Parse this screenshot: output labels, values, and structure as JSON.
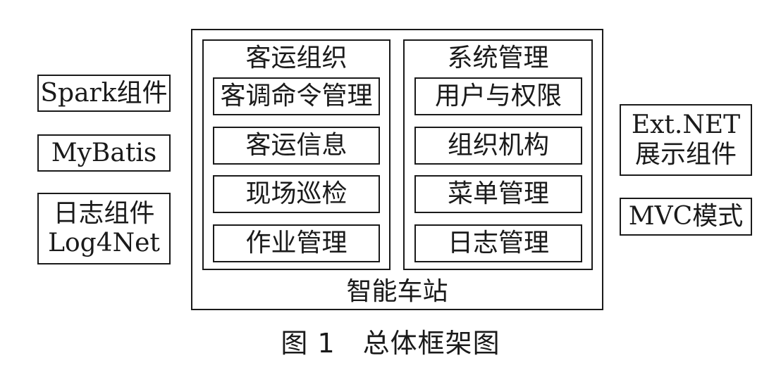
{
  "left_components": [
    "Spark组件",
    "MyBatis",
    "日志组件",
    "Log4Net"
  ],
  "right_components": [
    "Ext.NET",
    "展示组件",
    "MVC模式"
  ],
  "main_frame": {
    "label": "智能车站",
    "groups": [
      {
        "title": "客运组织",
        "items": [
          "客调命令管理",
          "客运信息",
          "现场巡检",
          "作业管理"
        ]
      },
      {
        "title": "系统管理",
        "items": [
          "用户与权限",
          "组织机构",
          "菜单管理",
          "日志管理"
        ]
      }
    ]
  },
  "caption": "图 1　总体框架图"
}
